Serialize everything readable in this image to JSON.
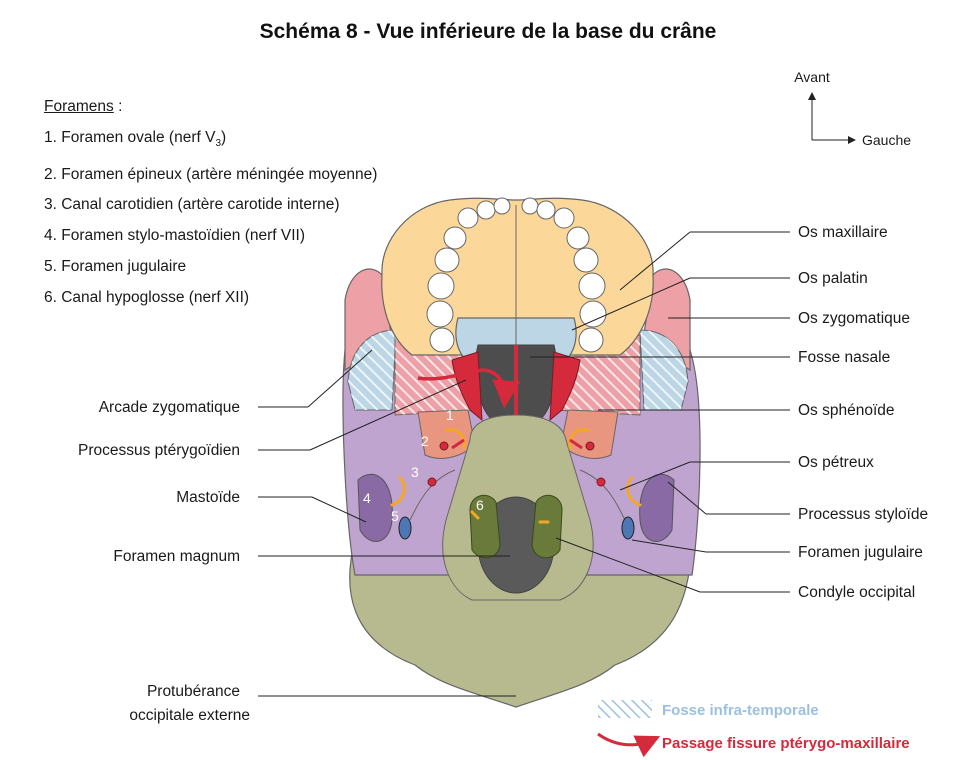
{
  "title": "Schéma 8 - Vue inférieure de la base du crâne",
  "foramens": {
    "header": "Foramens",
    "header_suffix": " :",
    "items": [
      {
        "text": "1. Foramen ovale (nerf V",
        "sub": "3",
        "after": ")"
      },
      {
        "text": "2. Foramen épineux (artère méningée moyenne)"
      },
      {
        "text": "3. Canal carotidien (artère carotide interne)"
      },
      {
        "text": "4. Foramen stylo-mastoïdien (nerf VII)"
      },
      {
        "text": "5. Foramen jugulaire"
      },
      {
        "text": "6. Canal hypoglosse (nerf XII)"
      }
    ]
  },
  "orientation": {
    "up": "Avant",
    "right": "Gauche"
  },
  "labels_left": {
    "arcade": "Arcade zygomatique",
    "pterygoid": "Processus ptérygoïdien",
    "mastoid": "Mastoïde",
    "magnum": "Foramen magnum",
    "protub1": "Protubérance",
    "protub2": "occipitale externe"
  },
  "labels_right": {
    "maxillaire": "Os maxillaire",
    "palatin": "Os palatin",
    "zygomatique": "Os zygomatique",
    "nasale": "Fosse nasale",
    "sphenoide": "Os sphénoïde",
    "petreux": "Os pétreux",
    "styloide": "Processus styloïde",
    "jugulaire": "Foramen jugulaire",
    "condyle": "Condyle occipital"
  },
  "numbers": [
    "1",
    "2",
    "3",
    "4",
    "5",
    "6"
  ],
  "legend": {
    "hatch": "Fosse infra-temporale",
    "arrow": "Passage fissure ptérygo-maxillaire"
  },
  "colors": {
    "maxillary": "#fbd89a",
    "palatine": "#bcd6e6",
    "zygomatic": "#eda0a6",
    "sphenoid": "#c0a4d0",
    "petrous": "#c0a4d0",
    "occipital": "#b7b98f",
    "condyle": "#6a7a3a",
    "magnum": "#5a5a5a",
    "nasal": "#4d4d4d",
    "foramen_orange": "#f5a623",
    "red": "#d42a3c",
    "legend_blue": "#9cc0e0"
  }
}
